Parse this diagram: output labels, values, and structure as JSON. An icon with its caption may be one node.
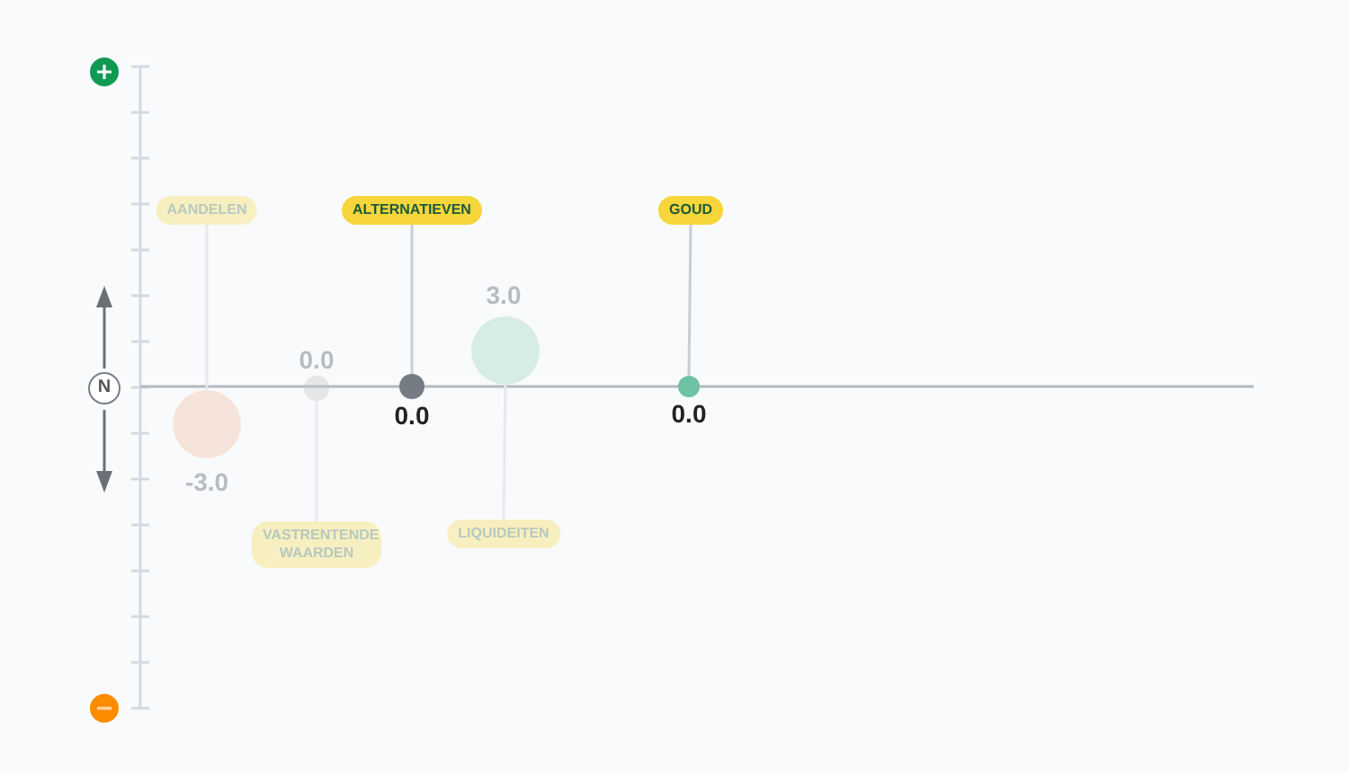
{
  "diagram": {
    "nodes": [
      {
        "text": [
          "AANDELEN"
        ]
      },
      {
        "text": [],
        "shape": "circle",
        "beside": [
          "-3.0"
        ]
      },
      {
        "text": [
          "VASTRENTENDE WAARDEN"
        ]
      },
      {
        "text": [],
        "shape": "circle",
        "beside": [
          "0.0"
        ]
      },
      {
        "text": [
          "ALTERNATIEVEN"
        ]
      },
      {
        "text": [],
        "shape": "circle",
        "beside": [
          "0.0"
        ]
      },
      {
        "text": [
          "LIQUIDEITEN"
        ]
      },
      {
        "text": [],
        "shape": "circle",
        "beside": [
          "3.0"
        ]
      },
      {
        "text": [
          "GOUD"
        ]
      },
      {
        "text": [],
        "shape": "circle",
        "beside": [
          "0.0"
        ]
      },
      {
        "text": [
          "N"
        ]
      }
    ],
    "edges": [
      {
        "from": 0,
        "to": 1,
        "arrow": "none"
      },
      {
        "from": 2,
        "to": 3,
        "arrow": "none"
      },
      {
        "from": 4,
        "to": 5,
        "arrow": "none"
      },
      {
        "from": 6,
        "to": 7,
        "arrow": "none"
      },
      {
        "from": 8,
        "to": 9,
        "arrow": "none"
      }
    ]
  }
}
